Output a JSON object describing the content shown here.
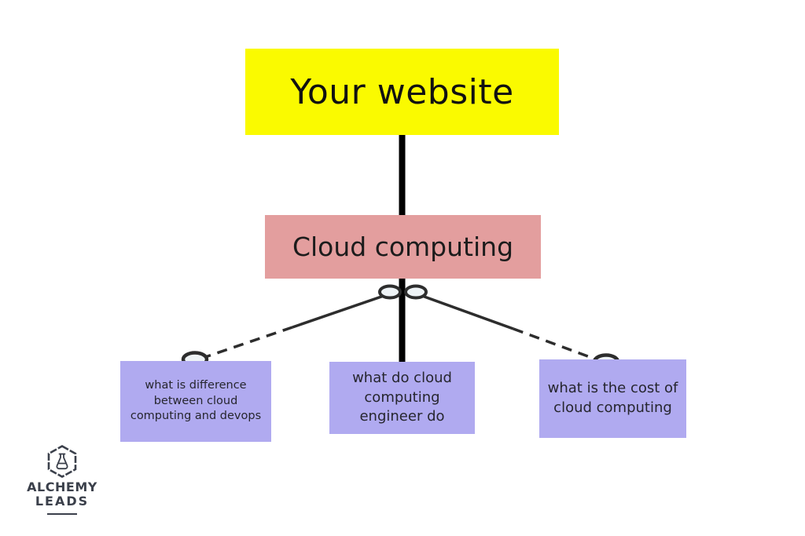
{
  "diagram": {
    "root_box": {
      "label": "Your website",
      "bg_color": "#fafa00",
      "text_color": "#111111"
    },
    "topic_box": {
      "label": "Cloud computing",
      "bg_color": "#e39e9e",
      "text_color": "#1c1c1c"
    },
    "question_boxes": [
      {
        "label": "what is difference between cloud computing and devops"
      },
      {
        "label": "what do cloud computing engineer do"
      },
      {
        "label": "what is the cost of cloud computing"
      }
    ],
    "question_bg_color": "#b0aaf0",
    "connector_color": "#2d2d2d",
    "trunk_color": "#000000",
    "node_fill_color": "#eef3f6"
  },
  "logo": {
    "line1": "ALCHEMY",
    "line2": "LEADS",
    "color": "#3b404b",
    "icon": "flask-hexagon-icon"
  }
}
